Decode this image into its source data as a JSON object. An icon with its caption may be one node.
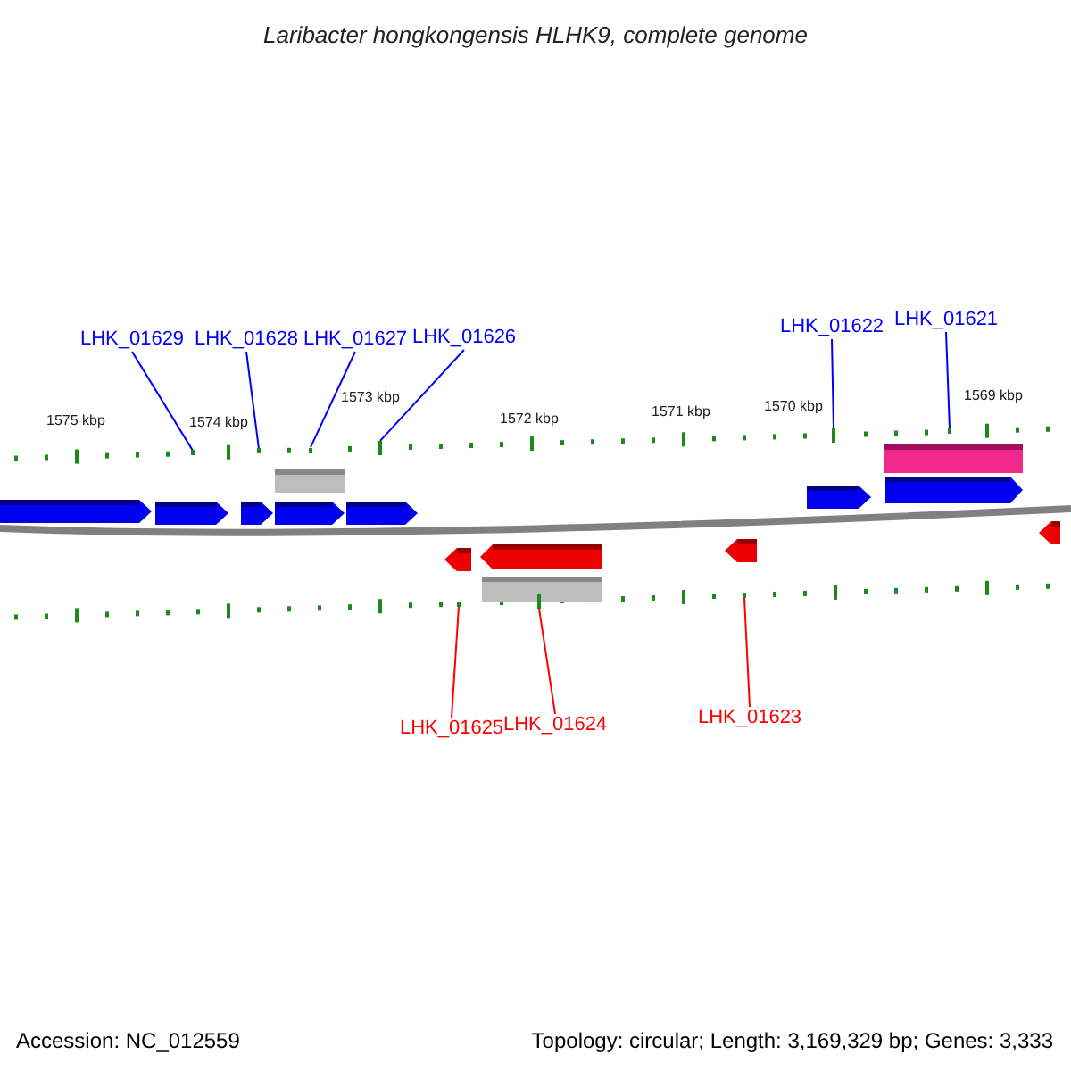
{
  "diagram": {
    "title": "Laribacter hongkongensis HLHK9, complete genome",
    "nodes": [
      {
        "text": [
          "LHK_01629"
        ]
      },
      {
        "text": [
          "LHK_01628"
        ]
      },
      {
        "text": [
          "LHK_01627"
        ]
      },
      {
        "text": [
          "LHK_01626"
        ]
      },
      {
        "text": [
          "LHK_01622"
        ]
      },
      {
        "text": [
          "LHK_01621"
        ]
      },
      {
        "text": [
          "LHK_01625"
        ]
      },
      {
        "text": [
          "LHK_01624"
        ]
      },
      {
        "text": [
          "LHK_01623"
        ]
      },
      {
        "text": [],
        "shape": "bar"
      },
      {
        "text": [],
        "shape": "bar"
      },
      {
        "text": [],
        "shape": "bar"
      },
      {
        "text": [],
        "shape": "bar"
      },
      {
        "text": [],
        "shape": "bar"
      },
      {
        "text": [],
        "shape": "bar"
      },
      {
        "text": [],
        "shape": "bar"
      },
      {
        "text": [],
        "shape": "bar"
      },
      {
        "text": [],
        "shape": "bar"
      }
    ],
    "edges": [
      {
        "from": 0,
        "to": 9,
        "arrow": "none"
      },
      {
        "from": 1,
        "to": 10,
        "arrow": "none"
      },
      {
        "from": 2,
        "to": 11,
        "arrow": "none"
      },
      {
        "from": 3,
        "to": 12,
        "arrow": "none"
      },
      {
        "from": 4,
        "to": 16,
        "arrow": "none"
      },
      {
        "from": 5,
        "to": 17,
        "arrow": "none"
      },
      {
        "from": 6,
        "to": 13,
        "arrow": "none",
        "color": "#ff0000"
      },
      {
        "from": 7,
        "to": 14,
        "arrow": "none",
        "color": "#ff0000"
      },
      {
        "from": 8,
        "to": 15,
        "arrow": "none",
        "color": "#ff0000"
      }
    ],
    "labels": [
      "1575 kbp",
      "1574 kbp",
      "1573 kbp",
      "1572 kbp",
      "1571 kbp",
      "1570 kbp",
      "1569 kbp",
      "Accession: NC_012559",
      "Topology: circular; Length: 3,169,329 bp; Genes: 3,333"
    ]
  }
}
